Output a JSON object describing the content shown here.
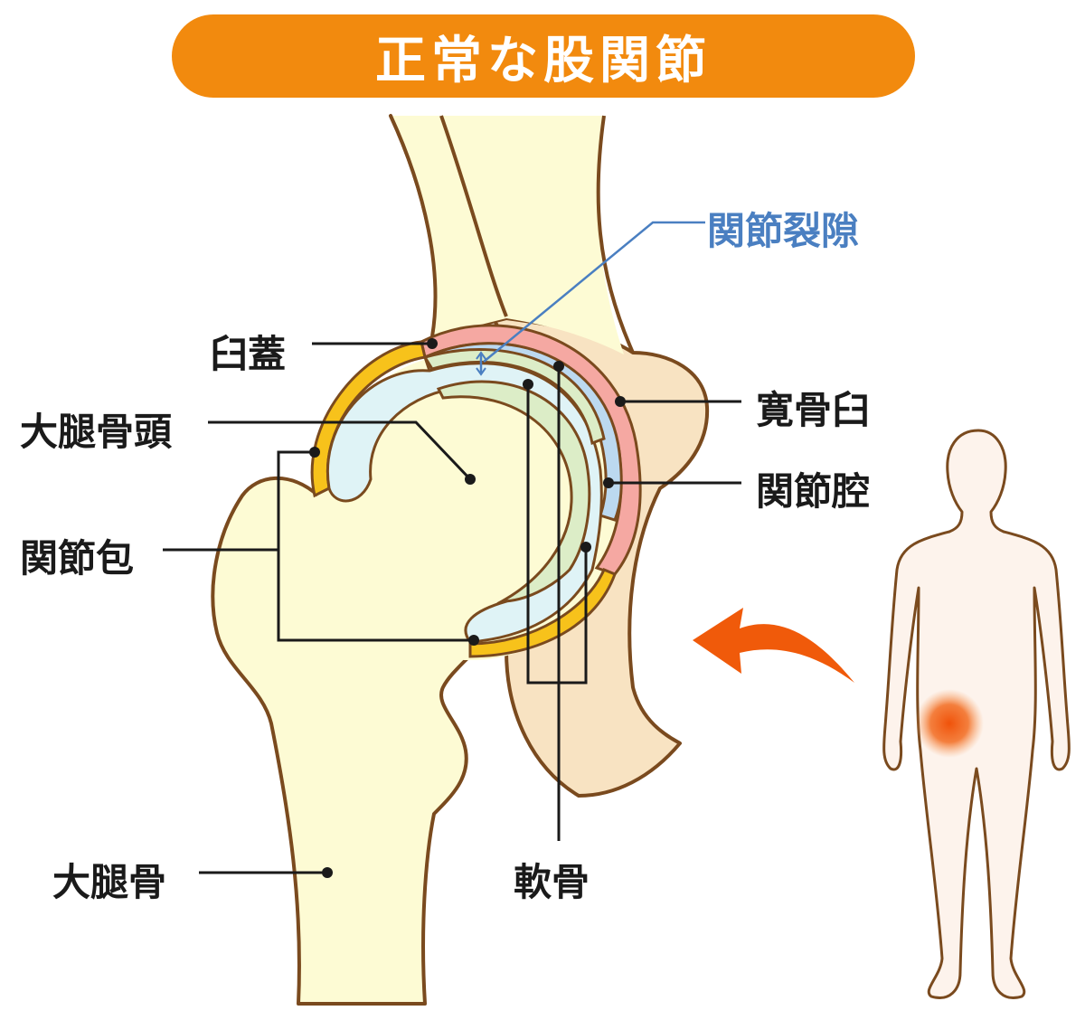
{
  "title": "正常な股関節",
  "labels": {
    "joint_space": "関節裂隙",
    "labrum": "臼蓋",
    "acetabulum": "寛骨臼",
    "femoral_head": "大腿骨頭",
    "joint_cavity": "関節腔",
    "joint_capsule": "関節包",
    "femur": "大腿骨",
    "cartilage": "軟骨"
  },
  "colors": {
    "title_background": "#f28a0e",
    "bone_fill": "#fdfbd4",
    "pelvis_fill": "#f8e3c2",
    "outline": "#7a4a1e",
    "capsule": "#f7c21b",
    "joint_fluid": "#dff3f6",
    "cartilage": "#dcedc7",
    "acetabulum_band": "#f5a8a2",
    "space_band": "#bcd9f0",
    "blue_label": "#4a7fc1",
    "arrow": "#f05a0a",
    "pain_spot": "#f0520a"
  }
}
